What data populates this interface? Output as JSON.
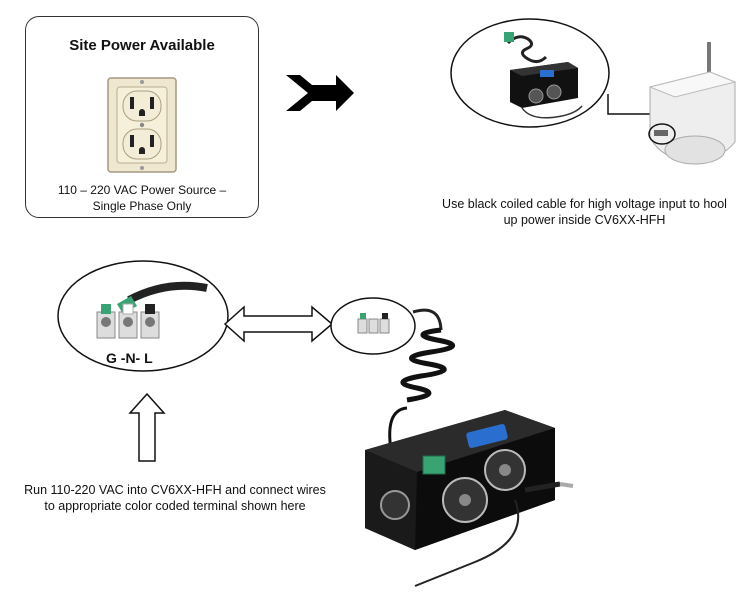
{
  "site_power": {
    "title": "Site Power Available",
    "caption_line1": "110 – 220 VAC Power Source –",
    "caption_line2": "Single Phase Only"
  },
  "top_right": {
    "caption_line1": "Use black coiled cable for high voltage input to hool",
    "caption_line2": "up power inside CV6XX-HFH"
  },
  "terminal": {
    "label": "G -N- L"
  },
  "bottom_left": {
    "caption_line1": "Run 110-220 VAC into CV6XX-HFH and connect wires",
    "caption_line2": "to appropriate color coded terminal shown here"
  },
  "colors": {
    "outline": "#333333",
    "device_black": "#111111",
    "terminal_green": "#3aa374",
    "camera_white": "#eeeeee",
    "device_logo_blue": "#2a6fcf"
  }
}
